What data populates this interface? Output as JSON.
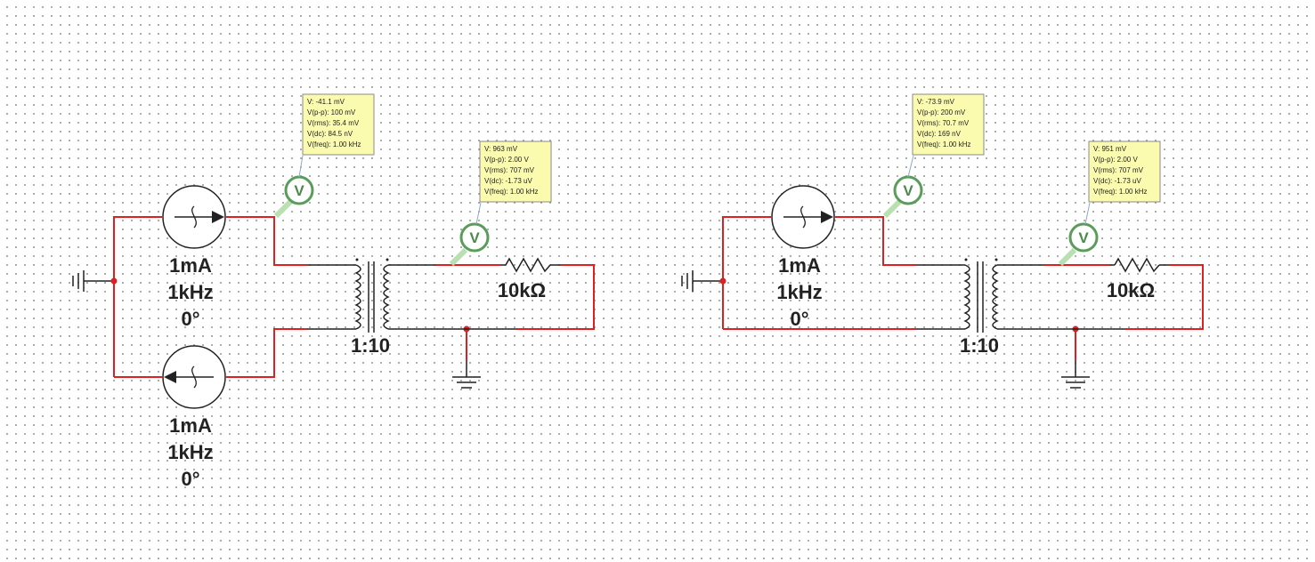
{
  "circuits": [
    {
      "name": "left",
      "source_top": {
        "current": "1mA",
        "frequency": "1kHz",
        "phase": "0°"
      },
      "source_bottom": {
        "current": "1mA",
        "frequency": "1kHz",
        "phase": "0°"
      },
      "transformer": {
        "ratio": "1:10"
      },
      "resistor": {
        "value": "10kΩ"
      },
      "probe_primary": {
        "symbol": "V",
        "readings": [
          "V: -41.1 mV",
          "V(p-p): 100 mV",
          "V(rms): 35.4 mV",
          "V(dc): 84.5 nV",
          "V(freq): 1.00 kHz"
        ]
      },
      "probe_secondary": {
        "symbol": "V",
        "readings": [
          "V: 963 mV",
          "V(p-p): 2.00 V",
          "V(rms): 707 mV",
          "V(dc): -1.73 uV",
          "V(freq): 1.00 kHz"
        ]
      }
    },
    {
      "name": "right",
      "source_top": {
        "current": "1mA",
        "frequency": "1kHz",
        "phase": "0°"
      },
      "transformer": {
        "ratio": "1:10"
      },
      "resistor": {
        "value": "10kΩ"
      },
      "probe_primary": {
        "symbol": "V",
        "readings": [
          "V: -73.9 mV",
          "V(p-p): 200 mV",
          "V(rms): 70.7 mV",
          "V(dc): 169 nV",
          "V(freq): 1.00 kHz"
        ]
      },
      "probe_secondary": {
        "symbol": "V",
        "readings": [
          "V: 951 mV",
          "V(p-p): 2.00 V",
          "V(rms): 707 mV",
          "V(dc): -1.73 uV",
          "V(freq): 1.00 kHz"
        ]
      }
    }
  ]
}
